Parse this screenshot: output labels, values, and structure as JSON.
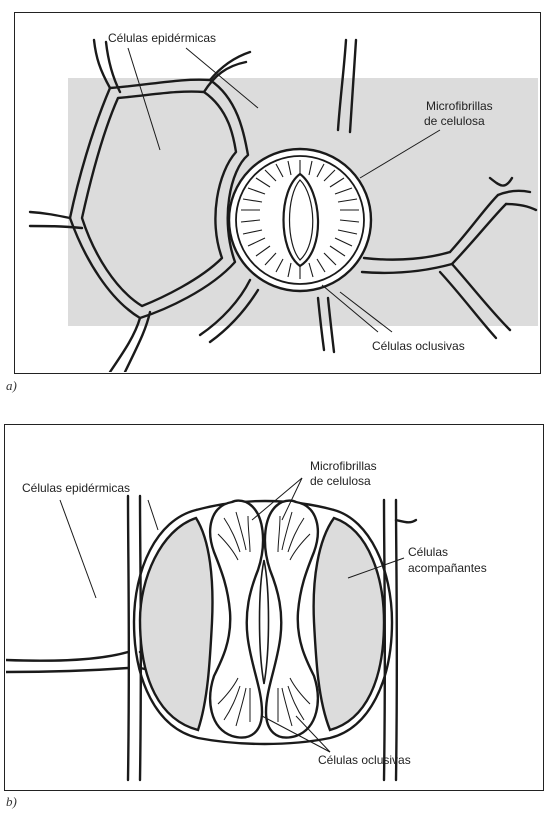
{
  "panel_a": {
    "tag": "a)",
    "label_epidermal": "Células epidérmicas",
    "label_microfibrils_1": "Microfibrillas",
    "label_microfibrils_2": "de celulosa",
    "label_guard": "Células oclusivas"
  },
  "panel_b": {
    "tag": "b)",
    "label_epidermal": "Células epidérmicas",
    "label_microfibrils_1": "Microfibrillas",
    "label_microfibrils_2": "de celulosa",
    "label_subsidiary_1": "Células",
    "label_subsidiary_2": "acompañantes",
    "label_guard": "Células oclusivas"
  },
  "colors": {
    "shade": "#dcdcdc",
    "ink": "#1a1a1a"
  }
}
